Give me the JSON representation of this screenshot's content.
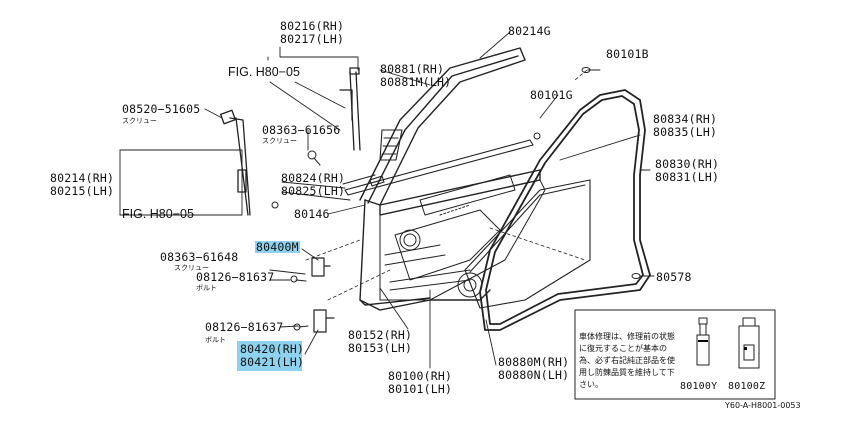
{
  "diagram": {
    "labels": {
      "p80216": "80216(RH)",
      "p80217": "80217(LH)",
      "fig_upper": "FIG. H80−05",
      "p80881": "80881(RH)",
      "p80881m": "80881M(LH)",
      "p80214g": "80214G",
      "p80101b": "80101B",
      "p08520": "08520−51605",
      "screw_1": "スクリュー",
      "p08363_top": "08363−61656",
      "screw_2": "スクリュー",
      "p80101g": "80101G",
      "p80834": "80834(RH)",
      "p80835": "80835(LH)",
      "p80214": "80214(RH)",
      "p80215": "80215(LH)",
      "p80824": "80824(RH)",
      "p80825": "80825(LH)",
      "p80830": "80830(RH)",
      "p80831": "80831(LH)",
      "fig_lower": "FIG. H80−05",
      "p80146": "80146",
      "p80400m": "80400M",
      "p08363_low": "08363−61648",
      "screw_3": "スクリュー",
      "p08126_a": "08126−81637",
      "bolt_1": "ボルト",
      "p80578": "80578",
      "p08126_b": "08126−81637",
      "bolt_2": "ボルト",
      "p80420": "80420(RH)",
      "p80421": "80421(LH)",
      "p80152": "80152(RH)",
      "p80153": "80153(LH)",
      "p80880m": "80880M(RH)",
      "p80880n": "80880N(LH)",
      "p80100": "80100(RH)",
      "p80101": "80101(LH)",
      "p80100y": "80100Y",
      "p80100z": "80100Z"
    },
    "note_text": "車体修理は、修理前の状態に復元することが基本の為、必ず右記純正部品を使用し防錬品質を維持して下さい。",
    "ref_code": "Y60-A-H8001-0053"
  },
  "colors": {
    "highlight": "#8fd2ef",
    "ink": "#111111"
  }
}
